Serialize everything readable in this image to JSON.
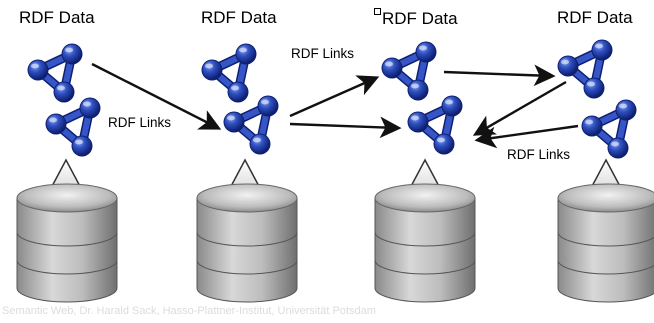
{
  "nodes": [
    {
      "title": "RDF Data"
    },
    {
      "title": "RDF Data"
    },
    {
      "title": "RDF Data"
    },
    {
      "title": "RDF Data"
    }
  ],
  "links": [
    {
      "label": "RDF Links"
    },
    {
      "label": "RDF Links"
    },
    {
      "label": "RDF Links"
    }
  ],
  "footer": "Semantic Web, Dr. Harald Sack, Hasso-Plattner-Institut, Universität Potsdam",
  "colors": {
    "rdf_icon": "#1f3fa6",
    "arrow": "#111111",
    "disk": "#a8a8a8"
  },
  "icons": [
    "rdf-graph-icon",
    "database-icon",
    "triangle-up-icon"
  ]
}
